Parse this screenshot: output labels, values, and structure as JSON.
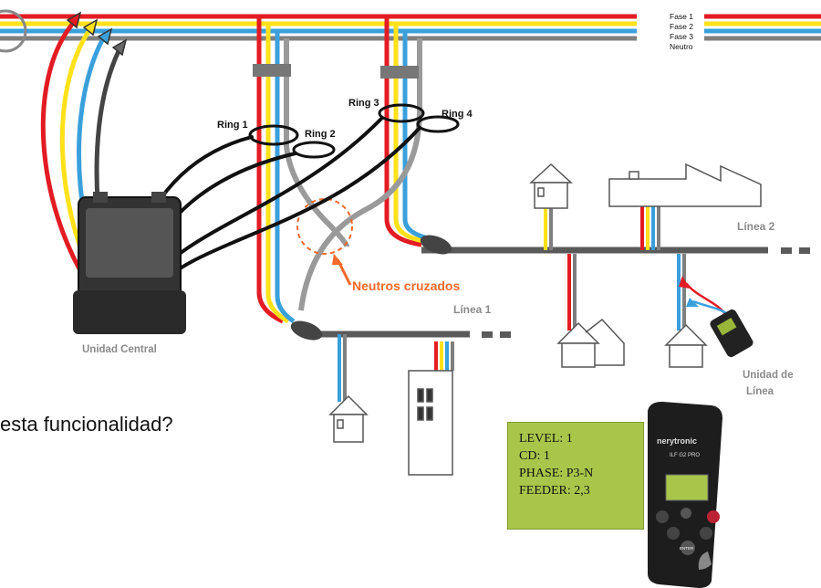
{
  "legend": {
    "fase1": "Fase 1",
    "fase2": "Fase 2",
    "fase3": "Fase 3",
    "neutro": "Neutro"
  },
  "rings": {
    "ring1": "Ring 1",
    "ring2": "Ring 2",
    "ring3": "Ring 3",
    "ring4": "Ring 4"
  },
  "labels": {
    "neutros_cruzados": "Neutros cruzados",
    "linea1": "Línea 1",
    "linea2": "Línea 2",
    "unidad_central": "Unidad Central",
    "unidad_linea_1": "Unidad de",
    "unidad_linea_2": "Línea"
  },
  "question": "esta funcionalidad?",
  "device": {
    "brand": "nerytronic",
    "model": "ILF G2 PRO",
    "enter": "ENTER"
  },
  "lcd": [
    "LEVEL: 1",
    "CD: 1",
    "PHASE: P3-N",
    "FEEDER: 2,3"
  ],
  "colors": {
    "fase1": "#e31b23",
    "fase2": "#ffe11a",
    "fase3": "#3aa0dc",
    "neutro": "#7f7f7f",
    "accent": "#f26a2b",
    "lcd": "#a9c64a"
  }
}
